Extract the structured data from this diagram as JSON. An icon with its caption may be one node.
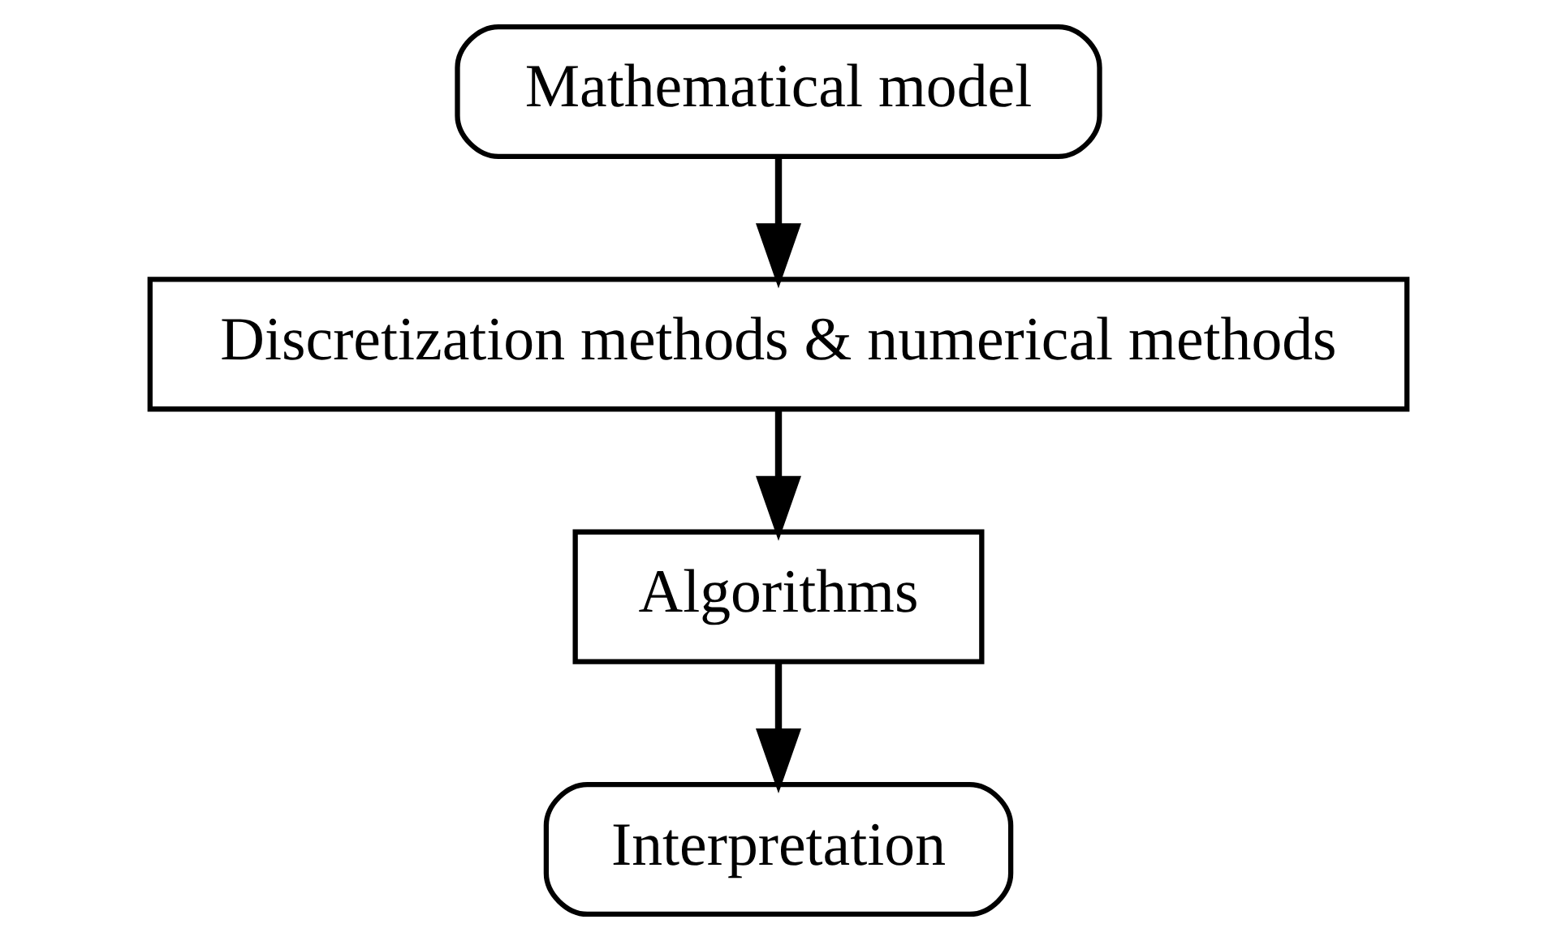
{
  "diagram": {
    "nodes": [
      {
        "text": [
          "Mathematical model"
        ]
      },
      {
        "text": [
          "Discretization methods & numerical methods"
        ]
      },
      {
        "text": [
          "Algorithms"
        ]
      },
      {
        "text": [
          "Interpretation"
        ]
      }
    ],
    "edges": [
      {
        "from": 0,
        "to": 1,
        "arrow": "to"
      },
      {
        "from": 1,
        "to": 2,
        "arrow": "to"
      },
      {
        "from": 2,
        "to": 3,
        "arrow": "to"
      }
    ]
  }
}
